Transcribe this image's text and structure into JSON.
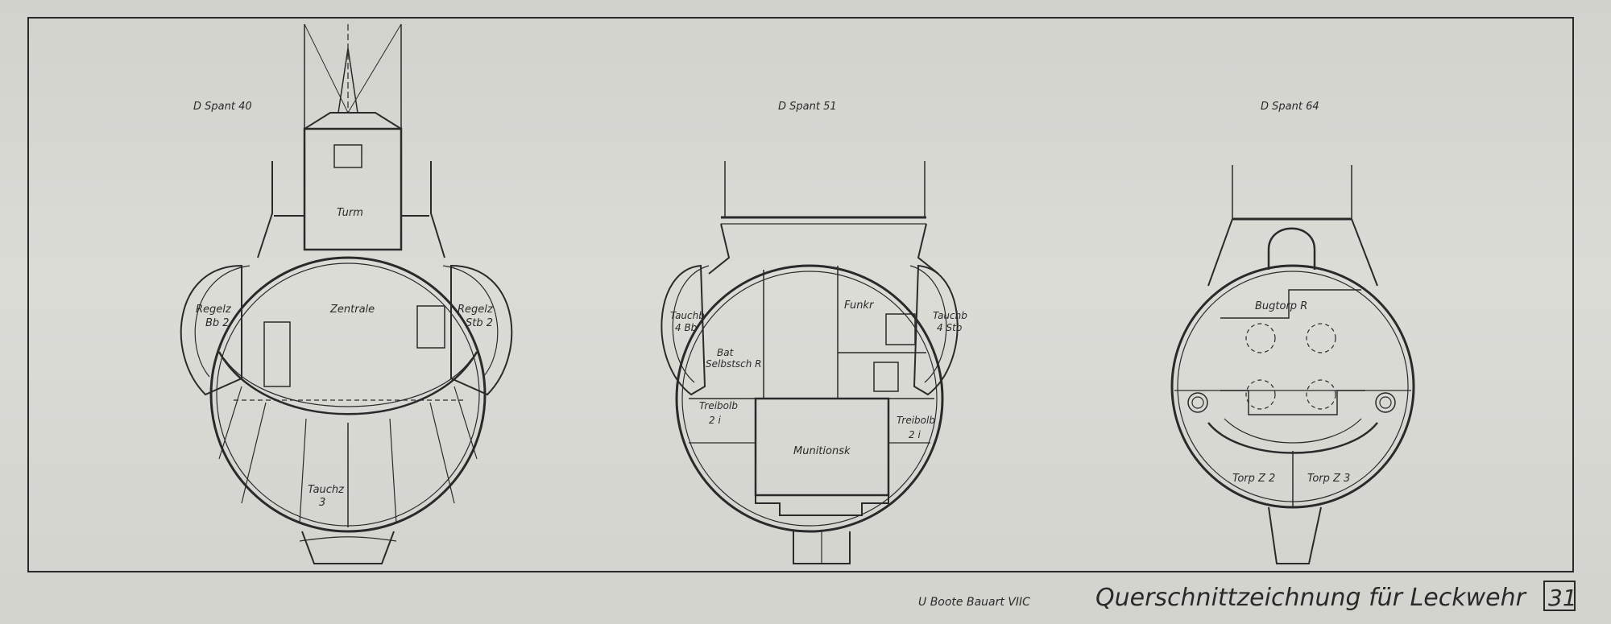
{
  "document": {
    "title": "Querschnittzeichnung für Leckwehr",
    "subtitle": "U Boote Bauart VIIC",
    "sheet_number": "31"
  },
  "sections": [
    {
      "heading": "D Spant 40",
      "labels": {
        "turm": "Turm",
        "zentrale": "Zentrale",
        "regelz_bb_1": "Regelz",
        "regelz_bb_2": "Bb 2",
        "regelz_stb_1": "Regelz",
        "regelz_stb_2": "Stb 2",
        "tauchz_1": "Tauchz",
        "tauchz_2": "3"
      }
    },
    {
      "heading": "D Spant 51",
      "labels": {
        "funkr": "Funkr",
        "tauchb_bb_1": "Tauchb",
        "tauchb_bb_2": "4 Bb",
        "tauchb_stb_1": "Tauchb",
        "tauchb_stb_2": "4 Stb",
        "bat_1": "Bat",
        "bat_2": "Selbstsch R",
        "treibolb_l_1": "Treibolb",
        "treibolb_l_2": "2 i",
        "treibolb_r_1": "Treibolb",
        "treibolb_r_2": "2 i",
        "munitionsk": "Munitionsk"
      }
    },
    {
      "heading": "D Spant 64",
      "labels": {
        "bugtorp": "Bugtorp R",
        "torp_z2": "Torp Z 2",
        "torp_z3": "Torp Z 3"
      }
    }
  ],
  "colors": {
    "paper": "#dcdcd7",
    "ink": "#2a2a2a"
  }
}
